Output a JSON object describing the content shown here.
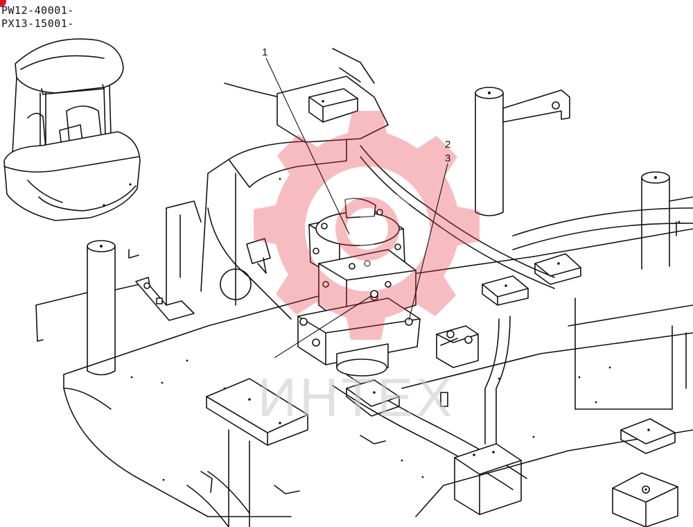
{
  "serial_numbers": [
    "PW12-40001-",
    "PX13-15001-"
  ],
  "callouts": [
    {
      "id": "1",
      "label": "1"
    },
    {
      "id": "2",
      "label": "2"
    },
    {
      "id": "3",
      "label": "3"
    }
  ],
  "watermark": {
    "text": "ИНТЕХ",
    "color": "#e8323c",
    "icon": "gear-logo-icon"
  },
  "colors": {
    "line": "#111111",
    "background": "#ffffff",
    "corner_marker": "#e0102a"
  }
}
